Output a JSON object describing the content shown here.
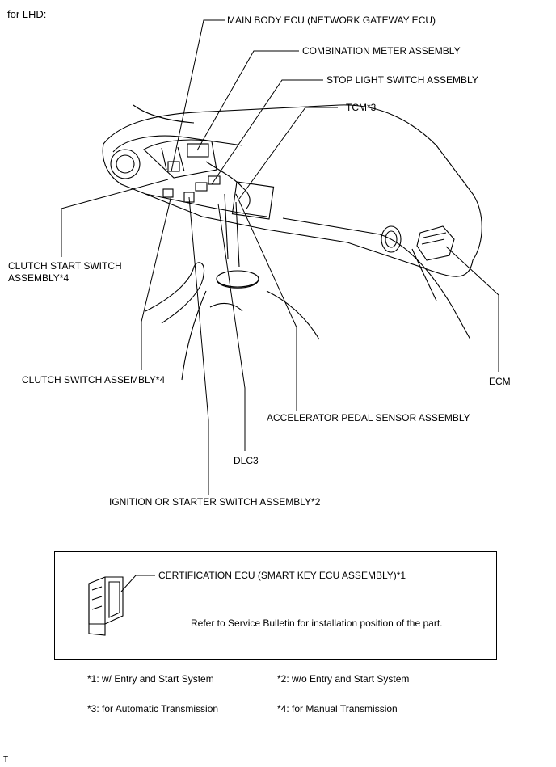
{
  "header": {
    "title": "for LHD:"
  },
  "callouts": {
    "main_body_ecu": "MAIN BODY ECU (NETWORK GATEWAY ECU)",
    "combination_meter": "COMBINATION METER ASSEMBLY",
    "stop_light_switch": "STOP LIGHT SWITCH ASSEMBLY",
    "tcm": "TCM*3",
    "clutch_start_switch": "CLUTCH START SWITCH ASSEMBLY*4",
    "clutch_switch": "CLUTCH SWITCH ASSEMBLY*4",
    "ecm": "ECM",
    "accelerator_pedal_sensor": "ACCELERATOR PEDAL SENSOR ASSEMBLY",
    "dlc3": "DLC3",
    "ignition_switch": "IGNITION OR STARTER SWITCH ASSEMBLY*2"
  },
  "inset": {
    "certification_ecu": "CERTIFICATION ECU (SMART KEY ECU ASSEMBLY)*1",
    "note": "Refer to Service Bulletin for installation position of the part."
  },
  "footnotes": [
    "*1: w/ Entry and Start System",
    "*2: w/o Entry and Start System",
    "*3: for Automatic Transmission",
    "*4: for Manual Transmission"
  ],
  "corner_mark": "T"
}
